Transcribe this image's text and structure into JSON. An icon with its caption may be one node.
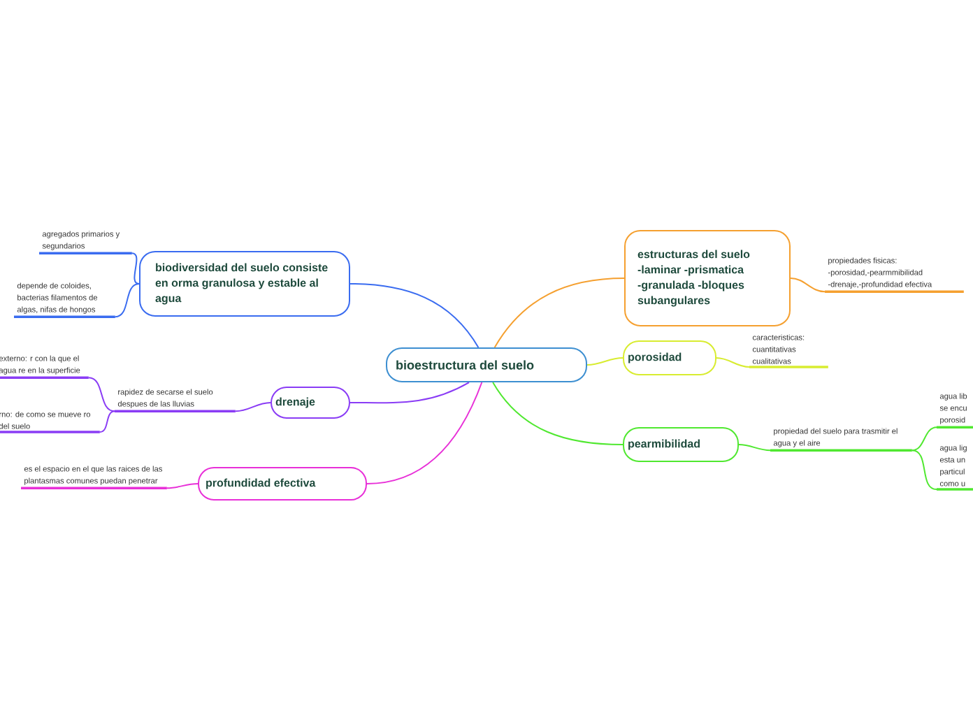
{
  "diagram": {
    "nodes": [
      {
        "text": [
          "bioestructura del suelo"
        ]
      },
      {
        "text": [
          "biodiversidad del suelo consiste en orma granulosa y estable al agua"
        ]
      },
      {
        "text": [
          "agregados primarios y segundarios"
        ]
      },
      {
        "text": [
          "depende de coloides, bacterias filamentos de algas, nifas de hongos"
        ]
      },
      {
        "text": [
          "drenaje"
        ]
      },
      {
        "text": [
          "rapidez de secarse el suelo despues de las lluvias"
        ]
      },
      {
        "text": [
          "externo: r con la que el agua re en la superficie"
        ]
      },
      {
        "text": [
          "rno: de como se mueve ro del suelo"
        ]
      },
      {
        "text": [
          "profundidad efectiva"
        ]
      },
      {
        "text": [
          "es el espacio en el que las raices de las plantasmas comunes puedan penetrar"
        ]
      },
      {
        "text": [
          "estructuras del suelo -laminar -prismatica -granulada -bloques subangulares"
        ]
      },
      {
        "text": [
          "propiedades fisicas: -porosidad,-pearmmibilidad -drenaje,-profundidad efectiva"
        ]
      },
      {
        "text": [
          "porosidad"
        ]
      },
      {
        "text": [
          "caracteristicas: cuantitativas cualitativas"
        ]
      },
      {
        "text": [
          "pearmibilidad"
        ]
      },
      {
        "text": [
          "propiedad del suelo para trasmitir el agua y el aire"
        ]
      },
      {
        "text": [
          "agua lib se encu porosid"
        ]
      },
      {
        "text": [
          "agua lig esta un particul como u"
        ]
      }
    ],
    "edges": [
      {
        "from": 0,
        "to": 1,
        "arrow": "none",
        "color": "#3a6cf0"
      },
      {
        "from": 1,
        "to": 2,
        "arrow": "none",
        "color": "#3a6cf0"
      },
      {
        "from": 1,
        "to": 3,
        "arrow": "none",
        "color": "#3a6cf0"
      },
      {
        "from": 0,
        "to": 4,
        "arrow": "none",
        "color": "#8a3cf5"
      },
      {
        "from": 4,
        "to": 5,
        "arrow": "none",
        "color": "#8a3cf5"
      },
      {
        "from": 5,
        "to": 6,
        "arrow": "none",
        "color": "#8a3cf5"
      },
      {
        "from": 5,
        "to": 7,
        "arrow": "none",
        "color": "#8a3cf5"
      },
      {
        "from": 0,
        "to": 8,
        "arrow": "none",
        "color": "#e830d8"
      },
      {
        "from": 8,
        "to": 9,
        "arrow": "none",
        "color": "#e830d8"
      },
      {
        "from": 0,
        "to": 10,
        "arrow": "none",
        "color": "#f5a030"
      },
      {
        "from": 10,
        "to": 11,
        "arrow": "none",
        "color": "#f5a030"
      },
      {
        "from": 0,
        "to": 12,
        "arrow": "none",
        "color": "#d8ec30"
      },
      {
        "from": 12,
        "to": 13,
        "arrow": "none",
        "color": "#d8ec30"
      },
      {
        "from": 0,
        "to": 14,
        "arrow": "none",
        "color": "#50e830"
      },
      {
        "from": 14,
        "to": 15,
        "arrow": "none",
        "color": "#50e830"
      },
      {
        "from": 15,
        "to": 16,
        "arrow": "none",
        "color": "#50e830"
      },
      {
        "from": 15,
        "to": 17,
        "arrow": "none",
        "color": "#50e830"
      }
    ]
  }
}
